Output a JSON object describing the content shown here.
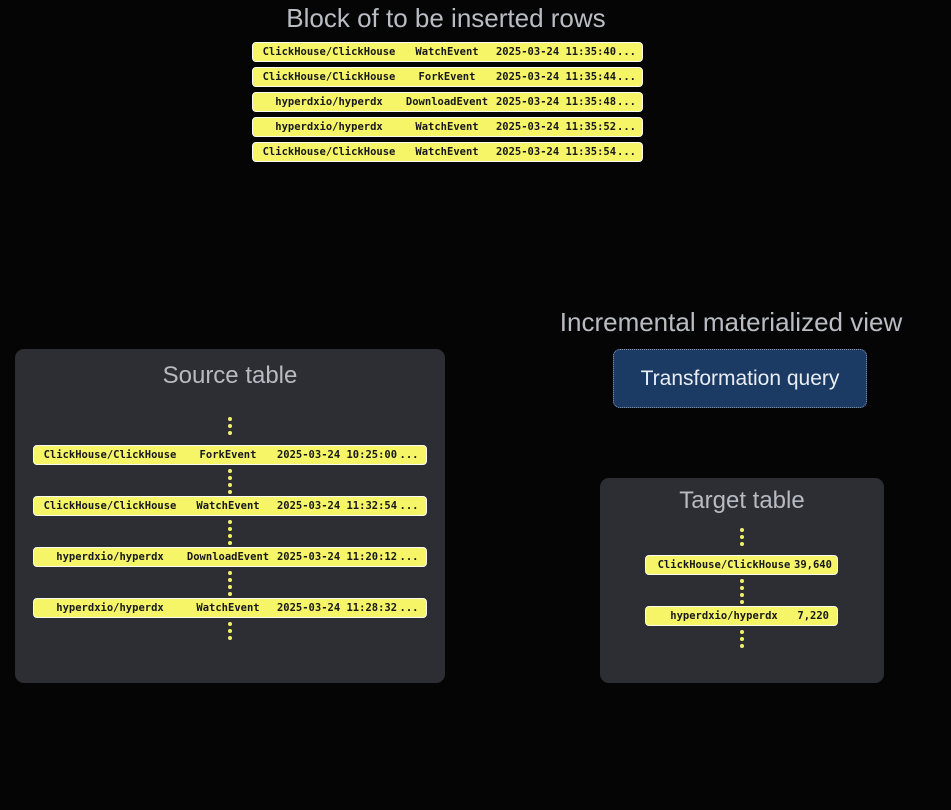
{
  "colors": {
    "background": "#050505",
    "panel_bg": "#2c2e33",
    "row_yellow": "#f6f567",
    "row_border": "#fafaf0",
    "button_navy": "#1b3a64",
    "title_gray": "#b9bdc3"
  },
  "insert_block": {
    "title": "Block of to be inserted rows",
    "rows": [
      {
        "repo": "ClickHouse/ClickHouse",
        "event": "WatchEvent",
        "time": "2025-03-24 11:35:40",
        "more": "..."
      },
      {
        "repo": "ClickHouse/ClickHouse",
        "event": "ForkEvent",
        "time": "2025-03-24 11:35:44",
        "more": "..."
      },
      {
        "repo": "hyperdxio/hyperdx",
        "event": "DownloadEvent",
        "time": "2025-03-24 11:35:48",
        "more": "..."
      },
      {
        "repo": "hyperdxio/hyperdx",
        "event": "WatchEvent",
        "time": "2025-03-24 11:35:52",
        "more": "..."
      },
      {
        "repo": "ClickHouse/ClickHouse",
        "event": "WatchEvent",
        "time": "2025-03-24 11:35:54",
        "more": "..."
      }
    ]
  },
  "source_table": {
    "title": "Source table",
    "rows": [
      {
        "repo": "ClickHouse/ClickHouse",
        "event": "ForkEvent",
        "time": "2025-03-24 10:25:00",
        "more": "..."
      },
      {
        "repo": "ClickHouse/ClickHouse",
        "event": "WatchEvent",
        "time": "2025-03-24 11:32:54",
        "more": "..."
      },
      {
        "repo": "hyperdxio/hyperdx",
        "event": "DownloadEvent",
        "time": "2025-03-24 11:20:12",
        "more": "..."
      },
      {
        "repo": "hyperdxio/hyperdx",
        "event": "WatchEvent",
        "time": "2025-03-24 11:28:32",
        "more": "..."
      }
    ]
  },
  "materialized_view": {
    "title": "Incremental materialized view",
    "button_label": "Transformation query"
  },
  "target_table": {
    "title": "Target table",
    "rows": [
      {
        "repo": "ClickHouse/ClickHouse",
        "count": "39,640"
      },
      {
        "repo": "hyperdxio/hyperdx",
        "count": "7,220"
      }
    ]
  }
}
